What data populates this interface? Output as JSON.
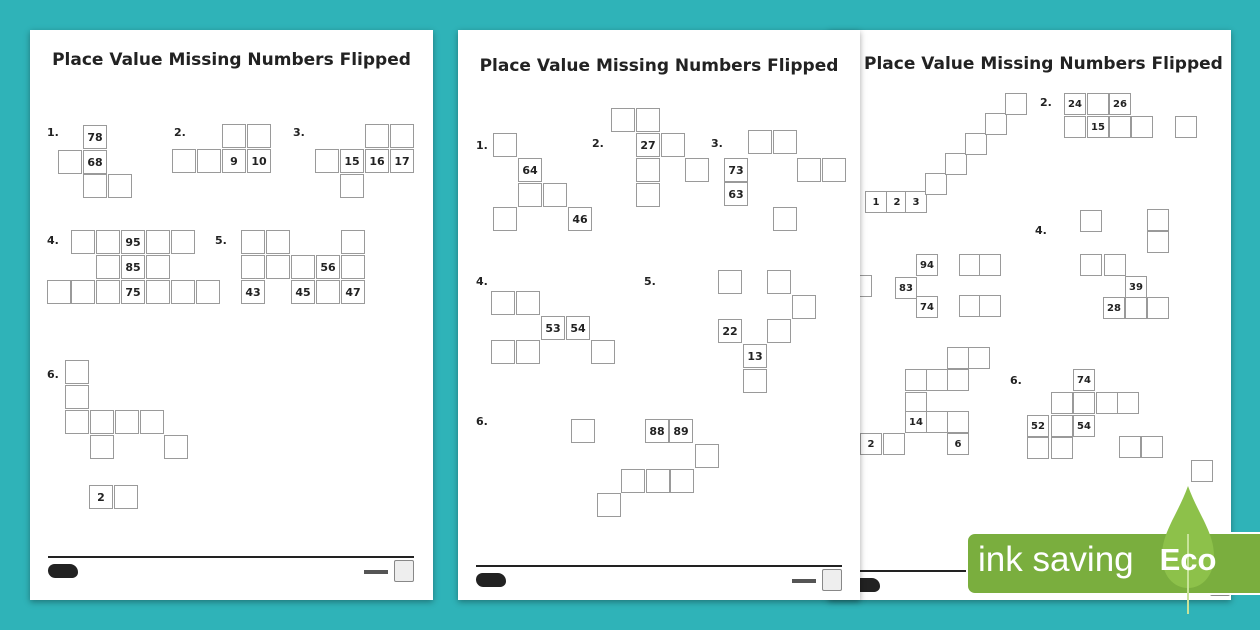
{
  "pages": [
    {
      "title": "Place Value Missing Numbers Flipped",
      "labels": [
        "1.",
        "2.",
        "3.",
        "4.",
        "5.",
        "6."
      ],
      "q1": [
        "78",
        "68"
      ],
      "q2": [
        "9",
        "10"
      ],
      "q3": [
        "15",
        "16",
        "17"
      ],
      "q4": [
        "95",
        "85",
        "75"
      ],
      "q5": [
        "56",
        "43",
        "45",
        "47"
      ],
      "q6": [
        "2"
      ]
    },
    {
      "title": "Place Value Missing Numbers Flipped",
      "labels": [
        "1.",
        "2.",
        "3.",
        "4.",
        "5.",
        "6."
      ],
      "q1": [
        "64",
        "46"
      ],
      "q2": [
        "27"
      ],
      "q3": [
        "73",
        "63"
      ],
      "q4": [
        "53",
        "54"
      ],
      "q5": [
        "22",
        "13"
      ],
      "q6": [
        "88",
        "89"
      ]
    },
    {
      "title": "Place Value Missing Numbers Flipped",
      "labels": [
        "2.",
        "4.",
        "6."
      ],
      "q1": [
        "1",
        "2",
        "3"
      ],
      "q2": [
        "24",
        "26",
        "15"
      ],
      "q3": [
        "94",
        "83",
        "74"
      ],
      "q4": [
        "39",
        "28"
      ],
      "q5": [
        "14",
        "2",
        "6"
      ],
      "q6": [
        "74",
        "52",
        "54"
      ]
    }
  ],
  "badge": {
    "text": "ink saving",
    "word": "Eco",
    "bar_color": "#7aae3e",
    "drop_color": "#8dc14a"
  },
  "background_color": "#2fb3b8"
}
